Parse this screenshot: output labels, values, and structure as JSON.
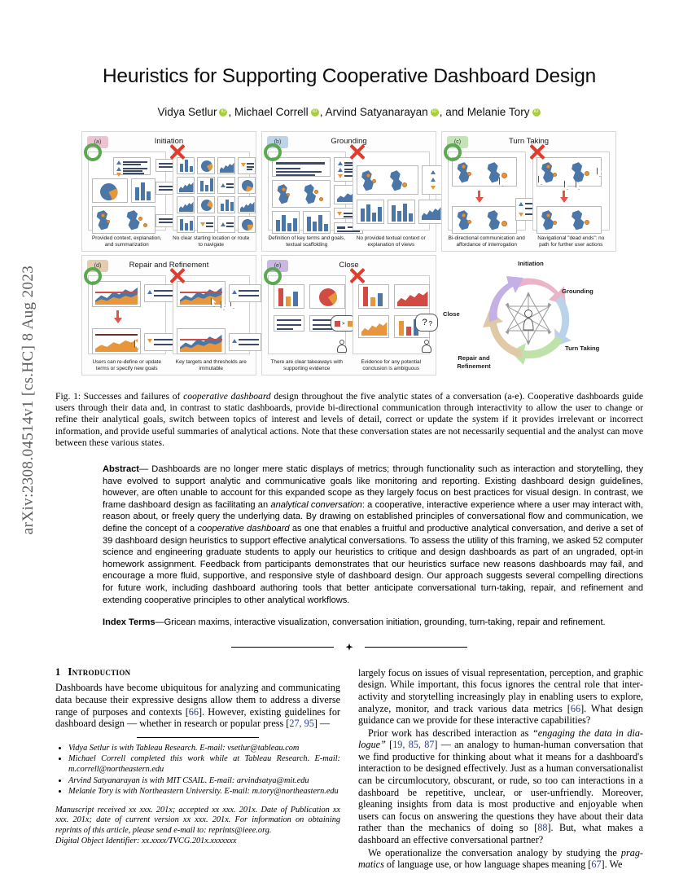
{
  "arxiv_stamp": "arXiv:2308.04514v1  [cs.HC]  8 Aug 2023",
  "title": "Heuristics for Supporting Cooperative Dashboard Design",
  "authors": [
    {
      "name": "Vidya Setlur",
      "sep": ", "
    },
    {
      "name": "Michael Correll",
      "sep": ", "
    },
    {
      "name": "Arvind Satyanarayan",
      "sep": ", and "
    },
    {
      "name": "Melanie Tory",
      "sep": ""
    }
  ],
  "figure": {
    "panels": [
      {
        "tag": "(a)",
        "tag_color": "#edc3d4",
        "title": "Initiation",
        "good_caption": "Provided context, explanation, and summarization",
        "bad_caption": "No clear starting location or route to navigate"
      },
      {
        "tag": "(b)",
        "tag_color": "#bdd4e8",
        "title": "Grounding",
        "good_caption": "Definition of key terms and goals, textual scaffolding",
        "bad_caption": "No provided textual context or explanation of views"
      },
      {
        "tag": "(c)",
        "tag_color": "#c4e3b6",
        "title": "Turn Taking",
        "good_caption": "Bi-directional communication and affordance of interrogation",
        "bad_caption": "Navigational \"dead ends\": no path for further user actions"
      },
      {
        "tag": "(d)",
        "tag_color": "#e2cdb0",
        "title": "Repair and Refinement",
        "good_caption": "Users can re-define or update terms or specify new goals",
        "bad_caption": "Key targets and thresholds are immutable"
      },
      {
        "tag": "(e)",
        "tag_color": "#c9b9e2",
        "title": "Close",
        "good_caption": "There are clear takeaways with supporting evidence",
        "bad_caption": "Evidence for any potential conclusion is ambiguous"
      }
    ],
    "cycle": {
      "segments": [
        {
          "label": "Initiation",
          "color": "#eab5c8"
        },
        {
          "label": "Grounding",
          "color": "#bad3ea"
        },
        {
          "label": "Turn Taking",
          "color": "#bfe2ab"
        },
        {
          "label": "Repair and\nRefinement",
          "color": "#dfc9a6"
        },
        {
          "label": "Close",
          "color": "#c3b0e4"
        }
      ]
    },
    "caption_label": "Fig. 1:",
    "caption": " Successes and failures of cooperative dashboard design throughout the five analytic states of a conversation (a-e). Cooperative dashboards guide users through their data and, in contrast to static dashboards, provide bi-directional communication through interactivity to allow the user to change or refine their analytical goals, switch between topics of interest and levels of detail, correct or update the system if it provides irrelevant or incorrect information, and provide useful summaries of analytical actions. Note that these conversation states are not necessarily sequential and the analyst can move between these various states.",
    "caption_italic": "cooperative dashboard"
  },
  "abstract": {
    "label": "Abstract",
    "p1": "— Dashboards are no longer mere static displays of metrics; through functionality such as interaction and storytelling, they have evolved to support analytic and communicative goals like monitoring and reporting. Existing dashboard design guidelines, however, are often unable to account for this expanded scope as they largely focus on best practices for visual design. In contrast, we frame dashboard design as facilitating an ",
    "i1": "analytical conversation",
    "p2": ": a cooperative, interactive experience where a user may interact with, reason about, or freely query the underlying data. By drawing on established principles of conversational flow and communication, we define the concept of a ",
    "i2": "cooperative dashboard",
    "p3": " as one that enables a fruitful and productive analytical conversation, and derive a set of ",
    "num_heuristics": "39",
    "p4": " dashboard design heuristics to support effective analytical conversations. To assess the utility of this framing, we asked ",
    "num_students": "52",
    "p5": " computer science and engineering graduate students to apply our heuristics to critique and design dashboards as part of an ungraded, opt-in homework assignment. Feedback from participants demonstrates that our heuristics surface new reasons dashboards may fail, and encourage a more fluid, supportive, and responsive style of dashboard design. Our approach suggests several compelling directions for future work, including dashboard authoring tools that better anticipate conversational turn-taking, repair, and refinement and extending cooperative principles to other analytical workflows.",
    "index_label": "Index Terms",
    "index_terms": "—Gricean maxims, interactive visualization, conversation initiation, grounding, turn-taking, repair and refinement."
  },
  "intro": {
    "section_num": "1",
    "section_title": "Introduction",
    "left_p1_a": "Dashboards have become ubiquitous for analyzing and communicating data because their expressive designs allow them to address a diverse range of purposes and contexts [",
    "cite_66": "66",
    "left_p1_b": "]. However, existing guidelines for dashboard design — whether in research or popular press [",
    "cite_27_95": "27, 95",
    "left_p1_c": "] —",
    "right_p1_a": "largely focus on issues of visual representation, perception, and graphic design. While important, this focus ignores the central role that inter-activity and storytelling increasingly play in enabling users to explore, analyze, monitor, and track various data metrics [",
    "right_cite_66": "66",
    "right_p1_b": "]. What design guidance can we provide for these interactive capabilities?",
    "right_p2_a": "Prior work has described interaction as ",
    "right_p2_i": "“engaging the data in dia-logue”",
    "right_p2_b": " [",
    "right_cite_19": "19, 85, 87",
    "right_p2_c": "] — an analogy to human-human conversation that we find productive for thinking about what it means for a dashboard's interaction to be designed effectively. Just as a human conversationalist can be circumlocutory, obscurant, or rude, so too can interactions in a dashboard be repetitive, unclear, or user-unfriendly. Moreover, gleaning insights from data is most productive and enjoyable when users can focus on answering the questions they have about their data rather than the mechanics of doing so [",
    "right_cite_88": "88",
    "right_p2_d": "]. But, what makes a dashboard an effective conversational partner?",
    "right_p3_a": "We operationalize the conversation analogy by studying the ",
    "right_p3_i": "prag-matics",
    "right_p3_b": " of language use, or how language shapes meaning [",
    "right_cite_67": "67",
    "right_p3_c": "]. We"
  },
  "footnotes": {
    "items": [
      "Vidya Setlur is with Tableau Research. E-mail: vsetlur@tableau.com",
      "Michael Correll completed this work while at Tableau Research. E-mail: m.correll@northeastern.edu",
      "Arvind Satyanarayan is with MIT CSAIL. E-mail: arvindsatya@mit.edu",
      "Melanie Tory is with Northeastern University. E-mail: m.tory@northeastern.edu"
    ],
    "manuscript": "Manuscript received xx xxx. 201x; accepted xx xxx. 201x. Date of Publication xx xxx. 201x; date of current version xx xxx. 201x. For information on obtaining reprints of this article, please send e-mail to: reprints@ieee.org.",
    "doi": "Digital Object Identifier: xx.xxxx/TVCG.201x.xxxxxxx"
  }
}
